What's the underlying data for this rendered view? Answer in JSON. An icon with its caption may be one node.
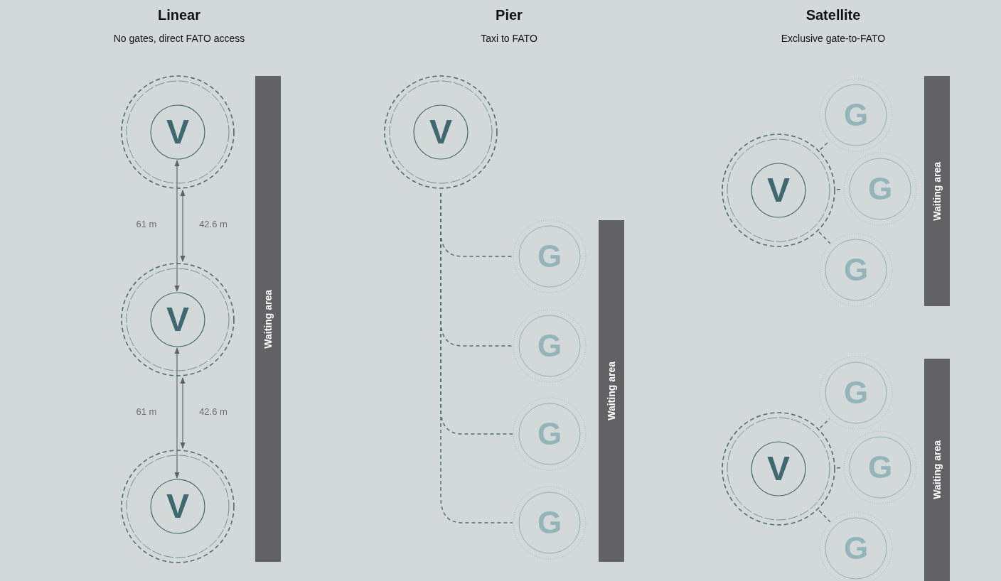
{
  "diagram": {
    "nodes": [
      {
        "text": [
          "V"
        ]
      },
      {
        "text": [
          "V"
        ]
      },
      {
        "text": [
          "V"
        ]
      },
      {
        "text": [
          "Waiting area"
        ]
      },
      {
        "text": [
          "V"
        ]
      },
      {
        "text": [
          "G"
        ]
      },
      {
        "text": [
          "G"
        ]
      },
      {
        "text": [
          "G"
        ]
      },
      {
        "text": [
          "G"
        ]
      },
      {
        "text": [
          "Waiting area"
        ]
      },
      {
        "text": [
          "V"
        ]
      },
      {
        "text": [
          "G"
        ]
      },
      {
        "text": [
          "G"
        ]
      },
      {
        "text": [
          "G"
        ]
      },
      {
        "text": [
          "Waiting area"
        ]
      },
      {
        "text": [
          "V"
        ]
      },
      {
        "text": [
          "G"
        ]
      },
      {
        "text": [
          "G"
        ]
      },
      {
        "text": [
          "G"
        ]
      },
      {
        "text": [
          "Waiting area"
        ]
      }
    ],
    "edges": [
      {
        "from": 4,
        "to": 5,
        "arrow": "none",
        "style": "dashed"
      },
      {
        "from": 4,
        "to": 6,
        "arrow": "none",
        "style": "dashed"
      },
      {
        "from": 4,
        "to": 7,
        "arrow": "none",
        "style": "dashed"
      },
      {
        "from": 4,
        "to": 8,
        "arrow": "none",
        "style": "dashed"
      },
      {
        "from": 10,
        "to": 11,
        "arrow": "none",
        "style": "dashed"
      },
      {
        "from": 10,
        "to": 12,
        "arrow": "none",
        "style": "dashed"
      },
      {
        "from": 10,
        "to": 13,
        "arrow": "none",
        "style": "dashed"
      },
      {
        "from": 15,
        "to": 16,
        "arrow": "none",
        "style": "dashed"
      },
      {
        "from": 15,
        "to": 17,
        "arrow": "none",
        "style": "dashed"
      },
      {
        "from": 15,
        "to": 18,
        "arrow": "none",
        "style": "dashed"
      },
      {
        "from": 0,
        "to": 1,
        "arrow": "both",
        "label": "61 m"
      },
      {
        "from": 0,
        "to": 1,
        "arrow": "both",
        "label": "42.6 m"
      },
      {
        "from": 1,
        "to": 2,
        "arrow": "both",
        "label": "61 m"
      },
      {
        "from": 1,
        "to": 2,
        "arrow": "both",
        "label": "42.6 m"
      }
    ],
    "labels": [
      "Linear",
      "No gates, direct FATO access",
      "Pier",
      "Taxi to FATO",
      "Satellite",
      "Exclusive gate-to-FATO"
    ]
  }
}
